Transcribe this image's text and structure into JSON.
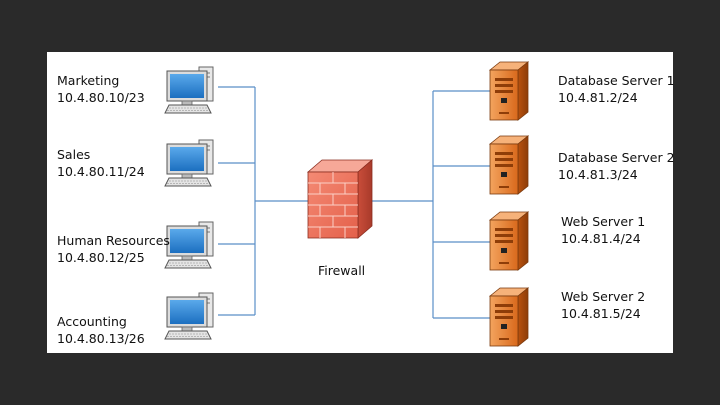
{
  "clients": [
    {
      "name": "Marketing",
      "ip": "10.4.80.10/23"
    },
    {
      "name": "Sales",
      "ip": "10.4.80.11/24"
    },
    {
      "name": "Human Resources",
      "ip": "10.4.80.12/25"
    },
    {
      "name": "Accounting",
      "ip": "10.4.80.13/26"
    }
  ],
  "firewall": {
    "label": "Firewall"
  },
  "servers": [
    {
      "name": "Database Server 1",
      "ip": "10.4.81.2/24"
    },
    {
      "name": "Database Server 2",
      "ip": "10.4.81.3/24"
    },
    {
      "name": "Web Server 1",
      "ip": "10.4.81.4/24"
    },
    {
      "name": "Web Server 2",
      "ip": "10.4.81.5/24"
    }
  ],
  "colors": {
    "background": "#2a2a2a",
    "panel": "#ffffff",
    "link": "#5b8fc7",
    "monitor_screen": "#2f86d3",
    "server_orange": "#e07b2a",
    "firewall_brick": "#ef7a66"
  },
  "icons": {
    "client": "computer-icon",
    "server": "server-tower-icon",
    "firewall": "firewall-brick-icon"
  }
}
